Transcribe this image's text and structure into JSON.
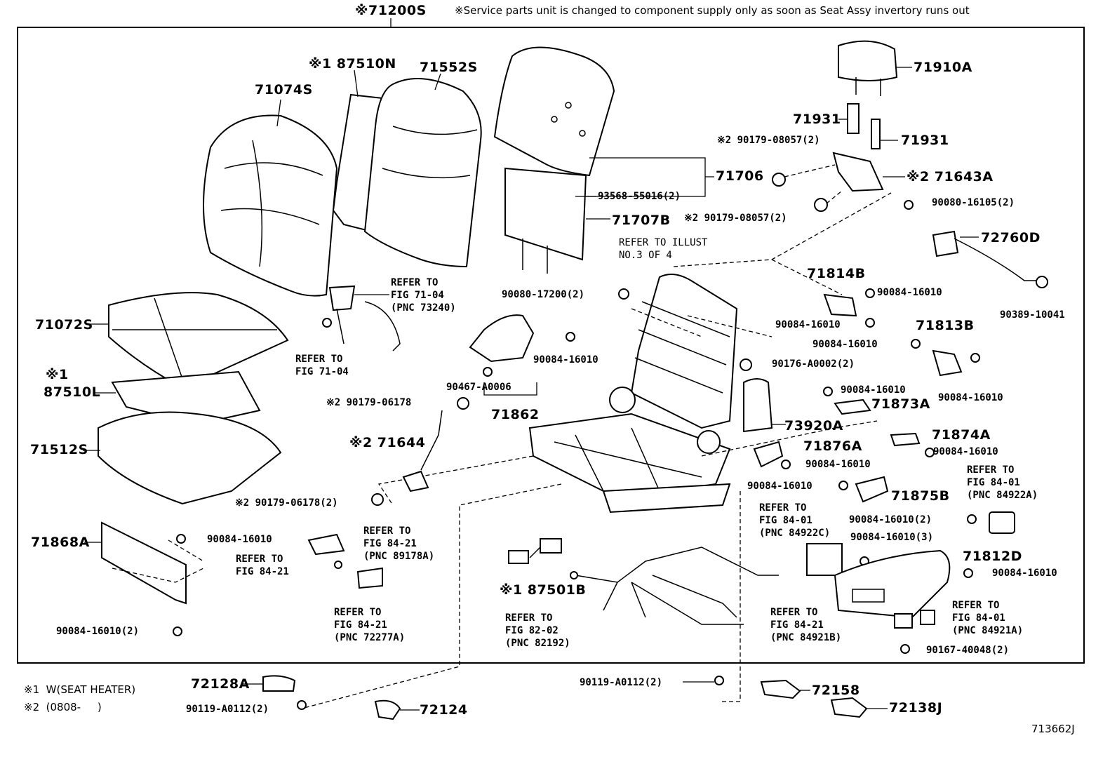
{
  "header": {
    "assembly_code": "※71200S",
    "notice": "※Service parts unit is changed to component supply only as soon as Seat Assy invertory runs out"
  },
  "legend": {
    "note1": "※1  W(SEAT HEATER)",
    "note2": "※2  (0808-     )"
  },
  "illustration_id": "713662J",
  "parts": {
    "p71074S": "71074S",
    "p87510N": "※1 87510N",
    "p71552S": "71552S",
    "p71706": "71706",
    "p71707B": "71707B",
    "p93568": "93568-55016(2)",
    "p71910A": "71910A",
    "p71931a": "71931",
    "p71931b": "71931",
    "p90179_08057a": "※2 90179-08057(2)",
    "p71643A": "※2 71643A",
    "p90179_08057b": "※2 90179-08057(2)",
    "p90080_16105": "90080-16105(2)",
    "p72760D": "72760D",
    "p71814B": "71814B",
    "p90084_a": "90084-16010",
    "p90389": "90389-10041",
    "p90084_b": "90084-16010",
    "p71813B": "71813B",
    "p90084_c": "90084-16010",
    "p90084_d": "90084-16010",
    "p90176": "90176-A0002(2)",
    "p90084_e": "90084-16010",
    "p71873A": "71873A",
    "p71874A": "71874A",
    "p90084_f": "90084-16010",
    "p71072S": "71072S",
    "p87510L_mark": "※1",
    "p87510L": "87510L",
    "p71512S": "71512S",
    "p90080_17200": "90080-17200(2)",
    "p90084_g": "90084-16010",
    "p90467": "90467-A0006",
    "p71862": "71862",
    "p90179_06178a": "※2 90179-06178",
    "p71644": "※2 71644",
    "p90179_06178b": "※2 90179-06178(2)",
    "p73920A": "73920A",
    "p71876A": "71876A",
    "p90084_h": "90084-16010",
    "p90084_i": "90084-16010",
    "p71875B": "71875B",
    "p90084_j": "90084-16010(2)",
    "p90084_k": "90084-16010(3)",
    "p71812D": "71812D",
    "p90084_l": "90084-16010",
    "p71868A": "71868A",
    "p90084_m": "90084-16010",
    "p90084_n": "90084-16010(2)",
    "p87501B": "※1 87501B",
    "p90167": "90167-40048(2)",
    "p72128A": "72128A",
    "p90119_a": "90119-A0112(2)",
    "p72124": "72124",
    "p90119_b": "90119-A0112(2)",
    "p72158": "72158",
    "p72138J": "72138J"
  },
  "refs": {
    "r_illust": "REFER TO ILLUST\nNO.3 OF 4",
    "r_7104_pnc": "REFER TO\nFIG 71-04\n(PNC 73240)",
    "r_7104": "REFER TO\nFIG 71-04",
    "r_8421_89178": "REFER TO\nFIG 84-21\n(PNC 89178A)",
    "r_8421": "REFER TO\nFIG 84-21",
    "r_8421_72277": "REFER TO\nFIG 84-21\n(PNC 72277A)",
    "r_8202": "REFER TO\nFIG 82-02\n(PNC 82192)",
    "r_8401_84922A": "REFER TO\nFIG 84-01\n(PNC 84922A)",
    "r_8401_84922C": "REFER TO\nFIG 84-01\n(PNC 84922C)",
    "r_8421_84921B": "REFER TO\nFIG 84-21\n(PNC 84921B)",
    "r_8401_84921A": "REFER TO\nFIG 84-01\n(PNC 84921A)"
  }
}
